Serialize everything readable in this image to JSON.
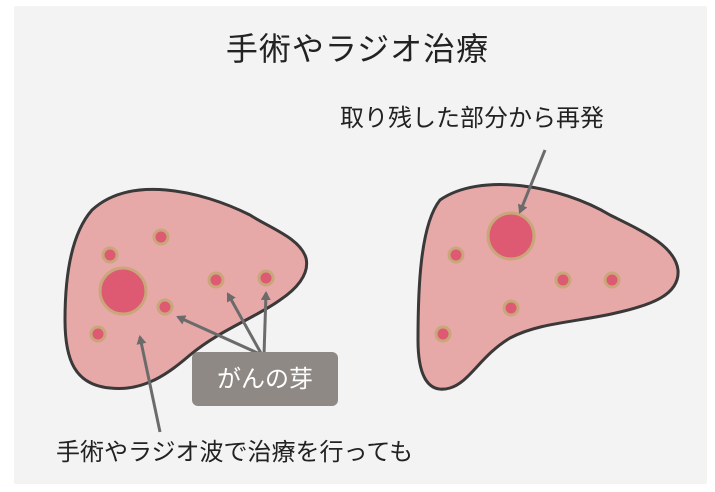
{
  "title": "手術やラジオ治療",
  "labels": {
    "recurrence": "取り残した部分から再発",
    "cancer_buds": "がんの芽",
    "treatment_note": "手術やラジオ波で治療を行っても"
  },
  "colors": {
    "background": "#f3f3f3",
    "liver_fill": "#e6a9a7",
    "liver_outline": "#3a3838",
    "tumor_fill": "#dd5a72",
    "tumor_ring": "#c9a77a",
    "badge": "#8f8985",
    "arrow": "#6b6b6b"
  }
}
